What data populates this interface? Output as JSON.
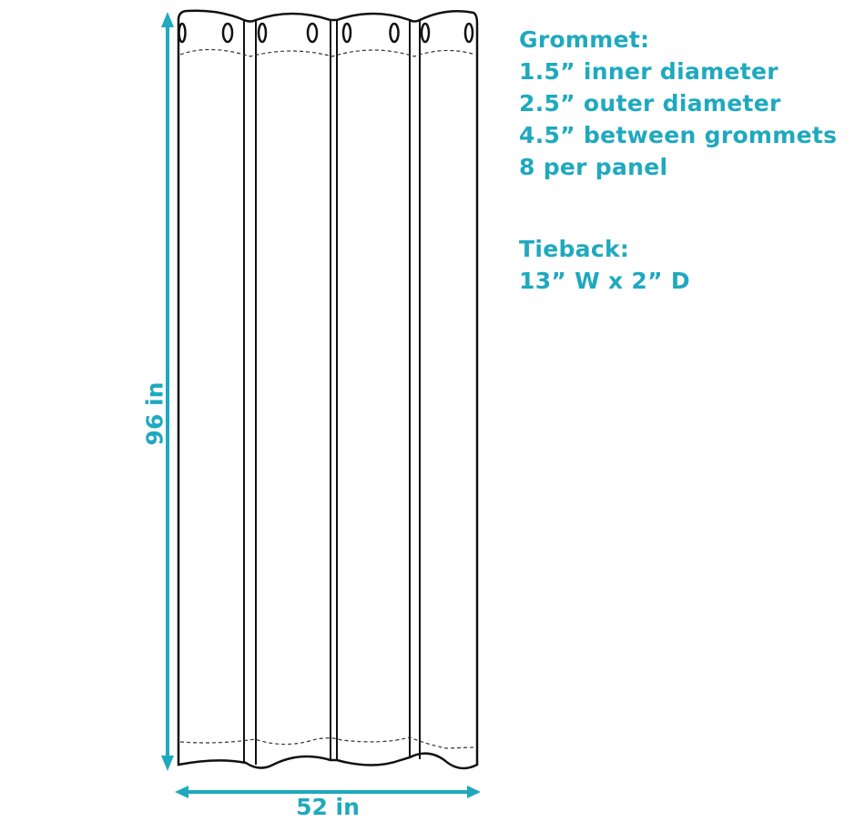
{
  "accent_color": "#1fa9bf",
  "dimensions": {
    "height_label": "96 in",
    "width_label": "52 in"
  },
  "grommet": {
    "heading": "Grommet:",
    "lines": [
      "1.5” inner diameter",
      "2.5” outer diameter",
      "4.5” between grommets",
      "8 per panel"
    ]
  },
  "tieback": {
    "heading": "Tieback:",
    "lines": [
      "13” W x 2” D"
    ]
  }
}
